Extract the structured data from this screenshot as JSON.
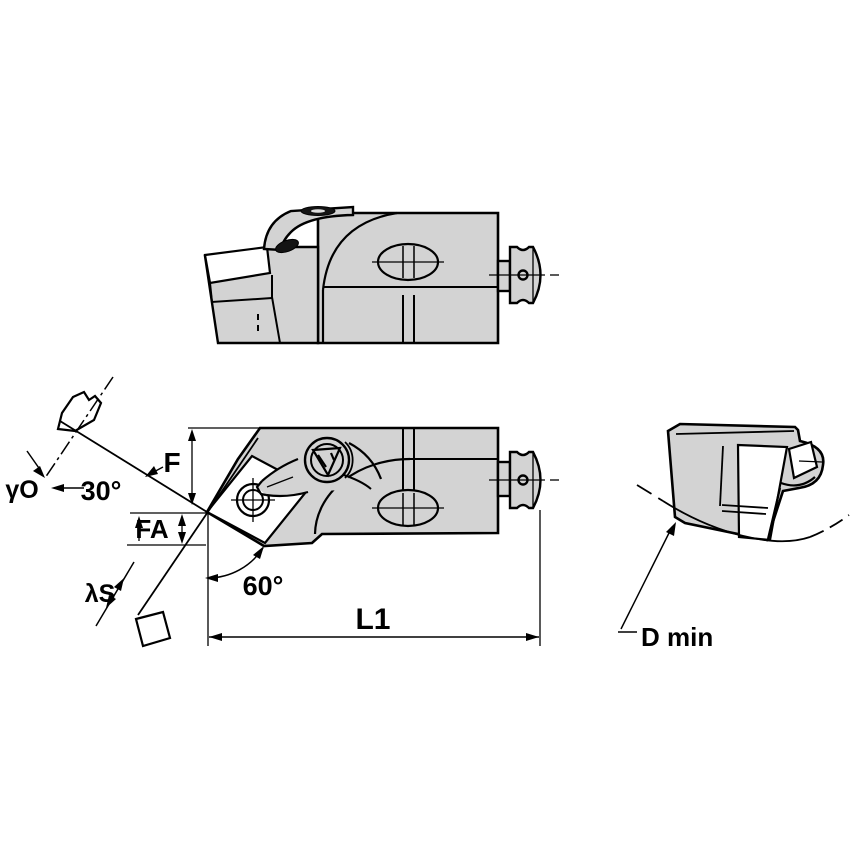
{
  "diagram": {
    "title": "tool-holder-technical-drawing",
    "labels": {
      "rake_angle": "γO",
      "angle_30": "30°",
      "f_dim": "F",
      "fa_dim": "FA",
      "inclination": "λS",
      "angle_60": "60°",
      "length_l1": "L1",
      "min_bore": "D min"
    },
    "colors": {
      "background": "#ffffff",
      "body_fill": "#d3d3d3",
      "line": "#000000",
      "dark_fill": "#141414"
    }
  }
}
